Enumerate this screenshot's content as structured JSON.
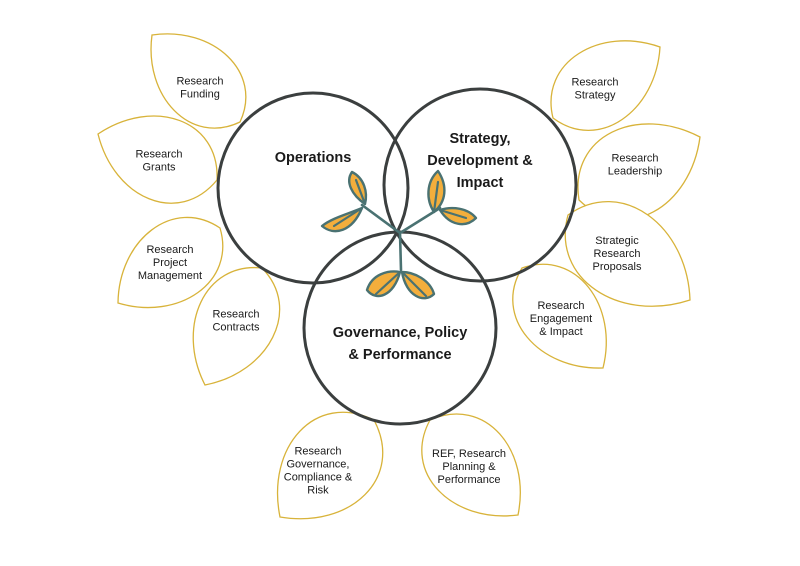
{
  "diagram": {
    "circles": [
      {
        "id": "operations",
        "lines": [
          "Operations"
        ]
      },
      {
        "id": "strategy",
        "lines": [
          "Strategy,",
          "Development &",
          "Impact"
        ]
      },
      {
        "id": "governance",
        "lines": [
          "Governance, Policy",
          "& Performance"
        ]
      }
    ],
    "leaves": [
      {
        "id": "research-funding",
        "lines": [
          "Research",
          "Funding"
        ]
      },
      {
        "id": "research-grants",
        "lines": [
          "Research",
          "Grants"
        ]
      },
      {
        "id": "research-project-management",
        "lines": [
          "Research",
          "Project",
          "Management"
        ]
      },
      {
        "id": "research-contracts",
        "lines": [
          "Research",
          "Contracts"
        ]
      },
      {
        "id": "research-strategy",
        "lines": [
          "Research",
          "Strategy"
        ]
      },
      {
        "id": "research-leadership",
        "lines": [
          "Research",
          "Leadership"
        ]
      },
      {
        "id": "strategic-research-proposals",
        "lines": [
          "Strategic",
          "Research",
          "Proposals"
        ]
      },
      {
        "id": "research-engagement-impact",
        "lines": [
          "Research",
          "Engagement",
          "& Impact"
        ]
      },
      {
        "id": "research-governance-compliance-risk",
        "lines": [
          "Research",
          "Governance,",
          "Compliance &",
          "Risk"
        ]
      },
      {
        "id": "ref-research-planning-performance",
        "lines": [
          "REF, Research",
          "Planning &",
          "Performance"
        ]
      }
    ]
  }
}
